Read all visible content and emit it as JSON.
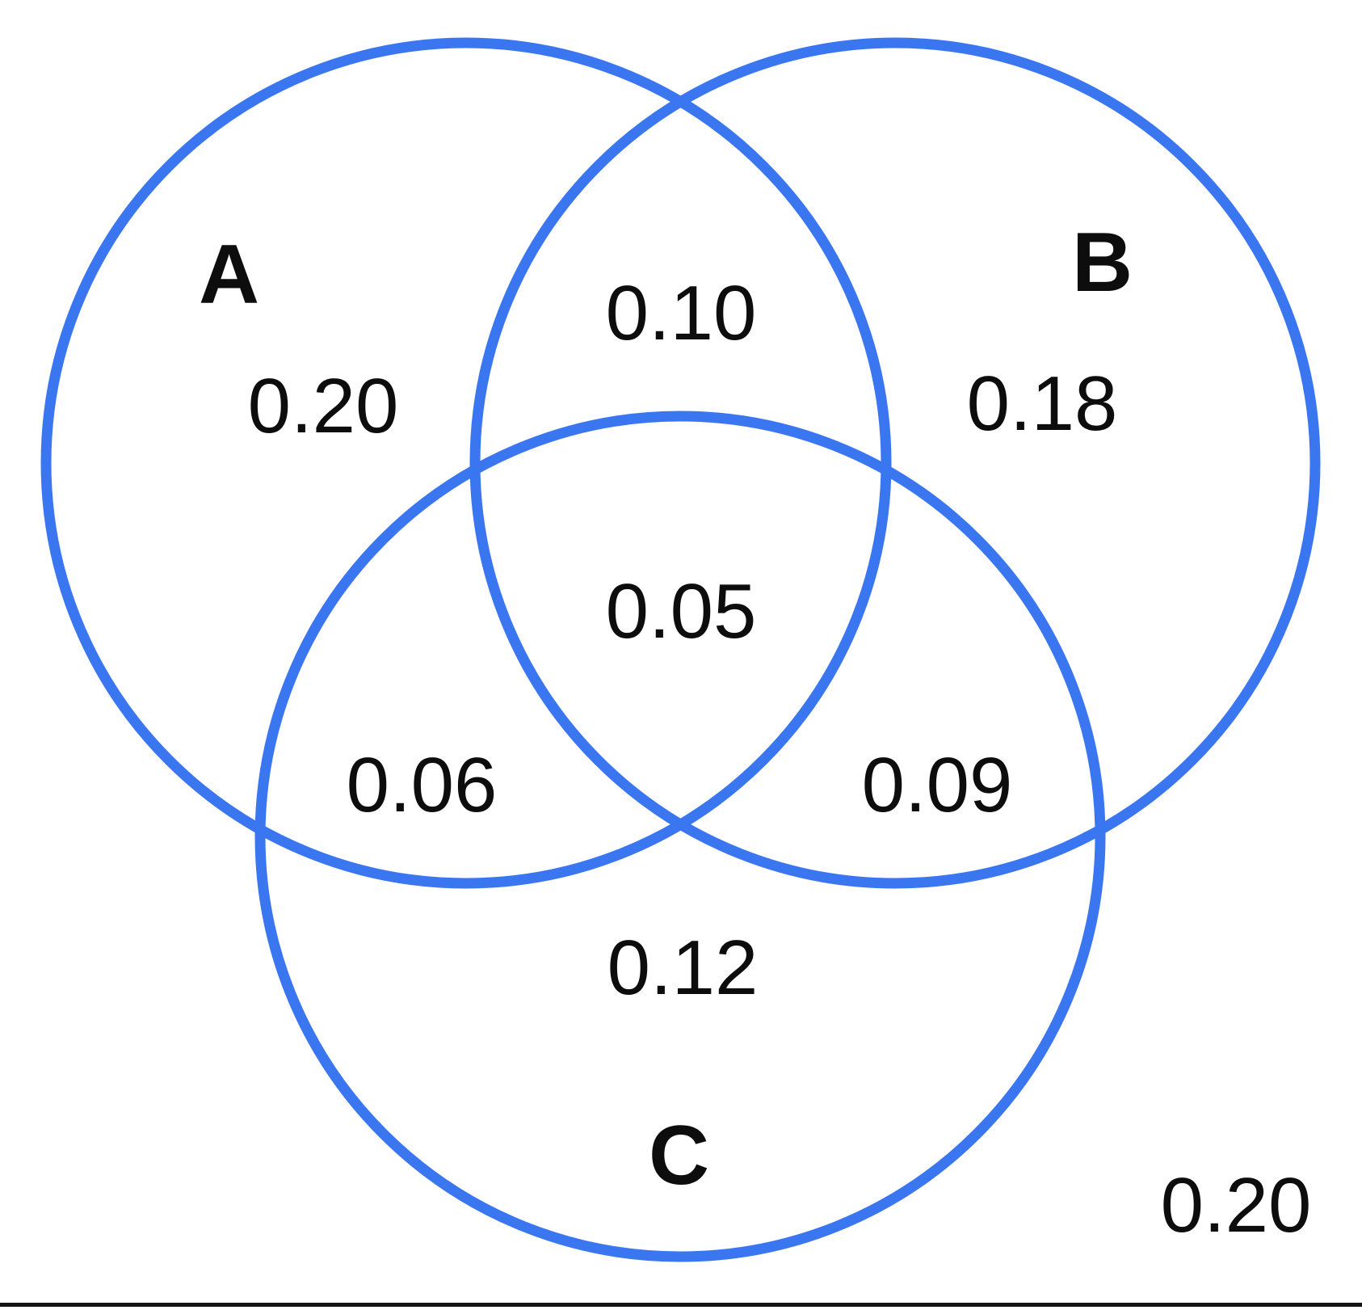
{
  "colors": {
    "background": "#FFFFFF",
    "circle_stroke": "#3B76F1",
    "text": "#0D0D0D",
    "bottom_rule": "#151515"
  },
  "sets": {
    "a": {
      "label": "A",
      "only_value": "0.20"
    },
    "b": {
      "label": "B",
      "only_value": "0.18"
    },
    "c": {
      "label": "C",
      "only_value": "0.12"
    }
  },
  "intersections": {
    "ab": "0.10",
    "ac": "0.06",
    "bc": "0.09",
    "abc": "0.05"
  },
  "outside_value": "0.20",
  "chart_data": {
    "type": "venn",
    "sets": [
      "A",
      "B",
      "C"
    ],
    "regions": [
      {
        "region": "A only",
        "value": 0.2
      },
      {
        "region": "B only",
        "value": 0.18
      },
      {
        "region": "C only",
        "value": 0.12
      },
      {
        "region": "A and B only",
        "value": 0.1
      },
      {
        "region": "A and C only",
        "value": 0.06
      },
      {
        "region": "B and C only",
        "value": 0.09
      },
      {
        "region": "A and B and C",
        "value": 0.05
      },
      {
        "region": "outside",
        "value": 0.2
      }
    ]
  }
}
